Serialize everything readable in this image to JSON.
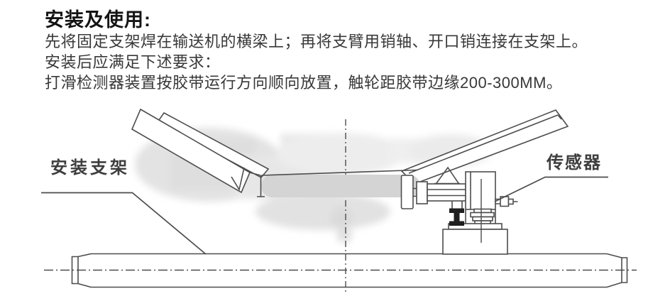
{
  "page": {
    "title": "安装及使用:",
    "instructions": [
      "先将固定支架焊在输送机的横梁上；再将支臂用销轴、开口销连接在支架上。",
      "安装后应满足下述要求：",
      "打滑检测器装置按胶带运行方向顺向放置，触轮距胶带边缘200-300MM。"
    ]
  },
  "figure": {
    "bracket_label": "安装支架",
    "sensor_label": "传感器",
    "colors": {
      "line": "#4d4d4d",
      "body_text": "#383838",
      "watermark": "#e3e3e3",
      "roller_fill": "#d4d4d4",
      "clamp_fill": "#1f1f1f"
    }
  }
}
